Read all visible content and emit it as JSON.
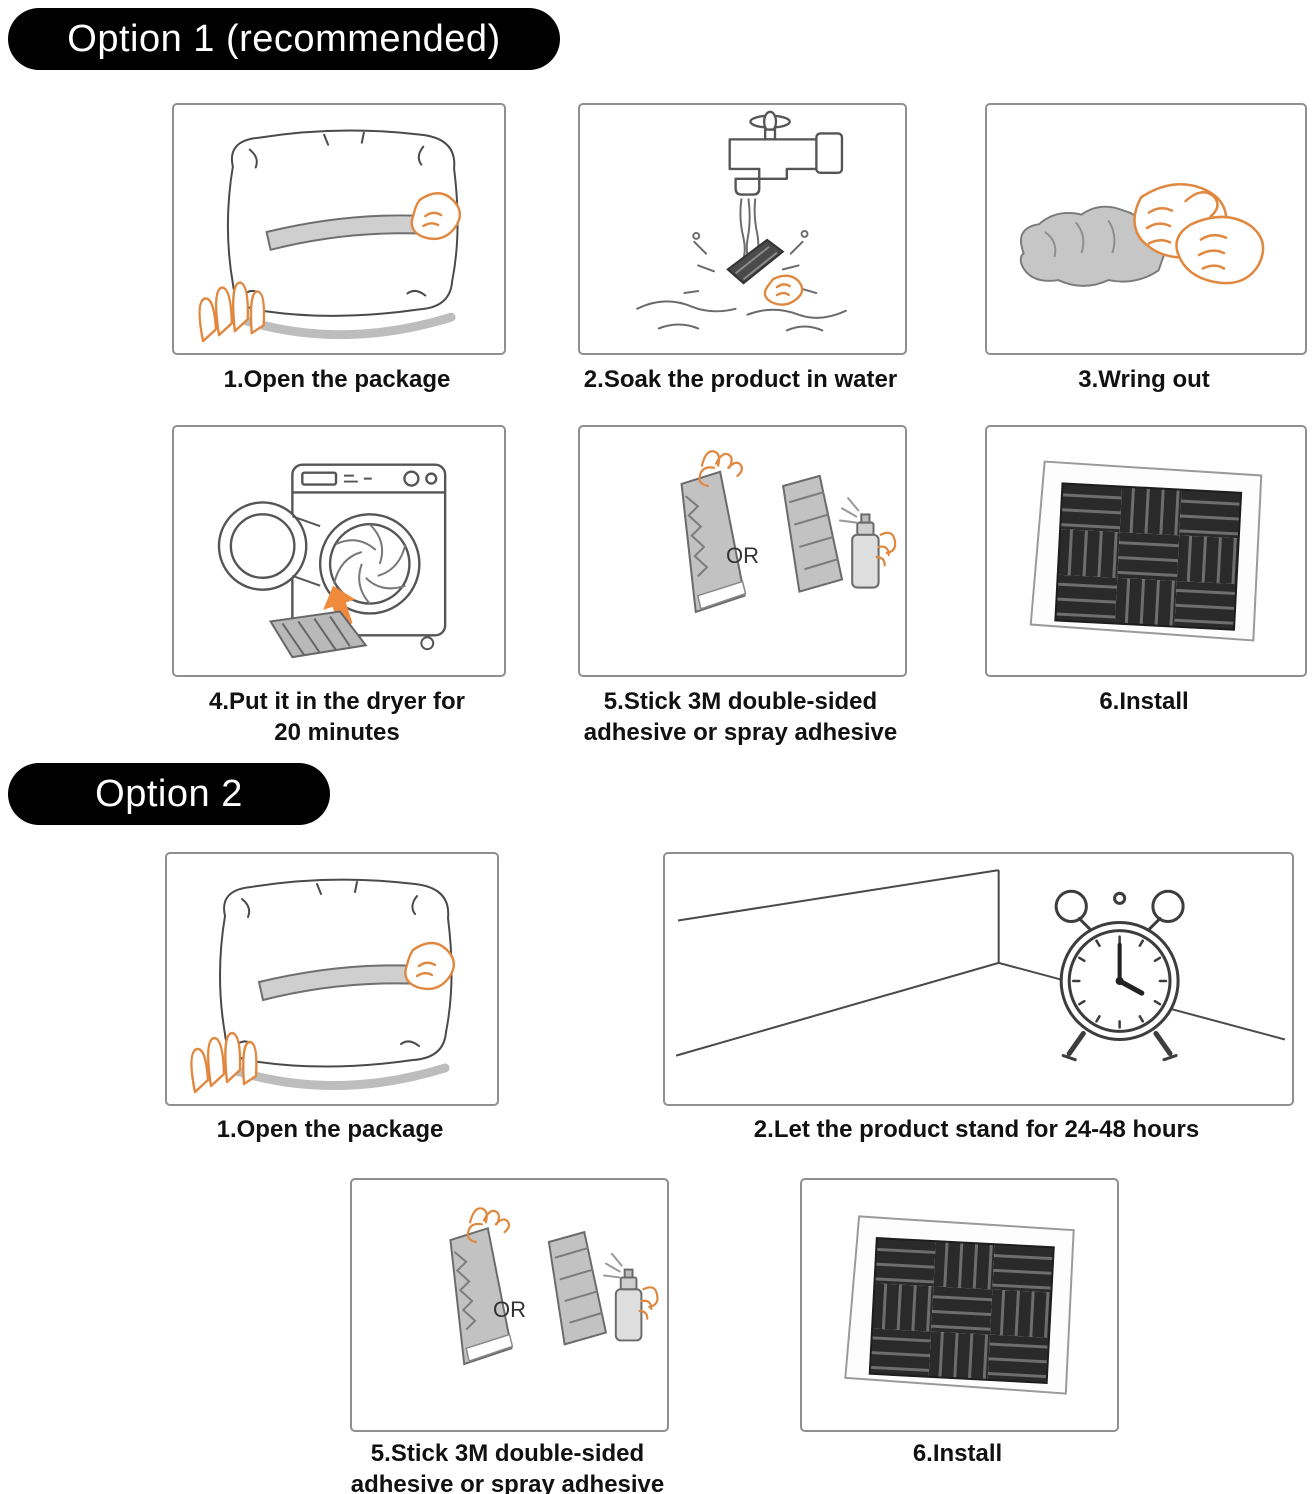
{
  "option1": {
    "title": "Option 1 (recommended)",
    "steps": [
      {
        "caption": "1.Open the package"
      },
      {
        "caption": "2.Soak the product in water"
      },
      {
        "caption": "3.Wring out"
      },
      {
        "caption": "4.Put it in the dryer for\n20 minutes"
      },
      {
        "caption": "5.Stick 3M double-sided\nadhesive or spray adhesive"
      },
      {
        "caption": "6.Install"
      }
    ]
  },
  "option2": {
    "title": "Option 2",
    "steps": [
      {
        "caption": "1.Open the package"
      },
      {
        "caption": "2.Let the product stand for 24-48 hours"
      },
      {
        "caption": "5.Stick 3M double-sided\nadhesive or spray adhesive"
      },
      {
        "caption": "6.Install"
      }
    ]
  },
  "labels": {
    "or": "OR"
  },
  "colors": {
    "header_bg": "#000000",
    "header_text": "#ffffff",
    "box_border": "#8f8f8f",
    "hand_outline": "#E0883F",
    "arrow_orange": "#F08A3C",
    "foam_gray": "#c2c2c2",
    "foam_dark": "#2a2a2a"
  }
}
